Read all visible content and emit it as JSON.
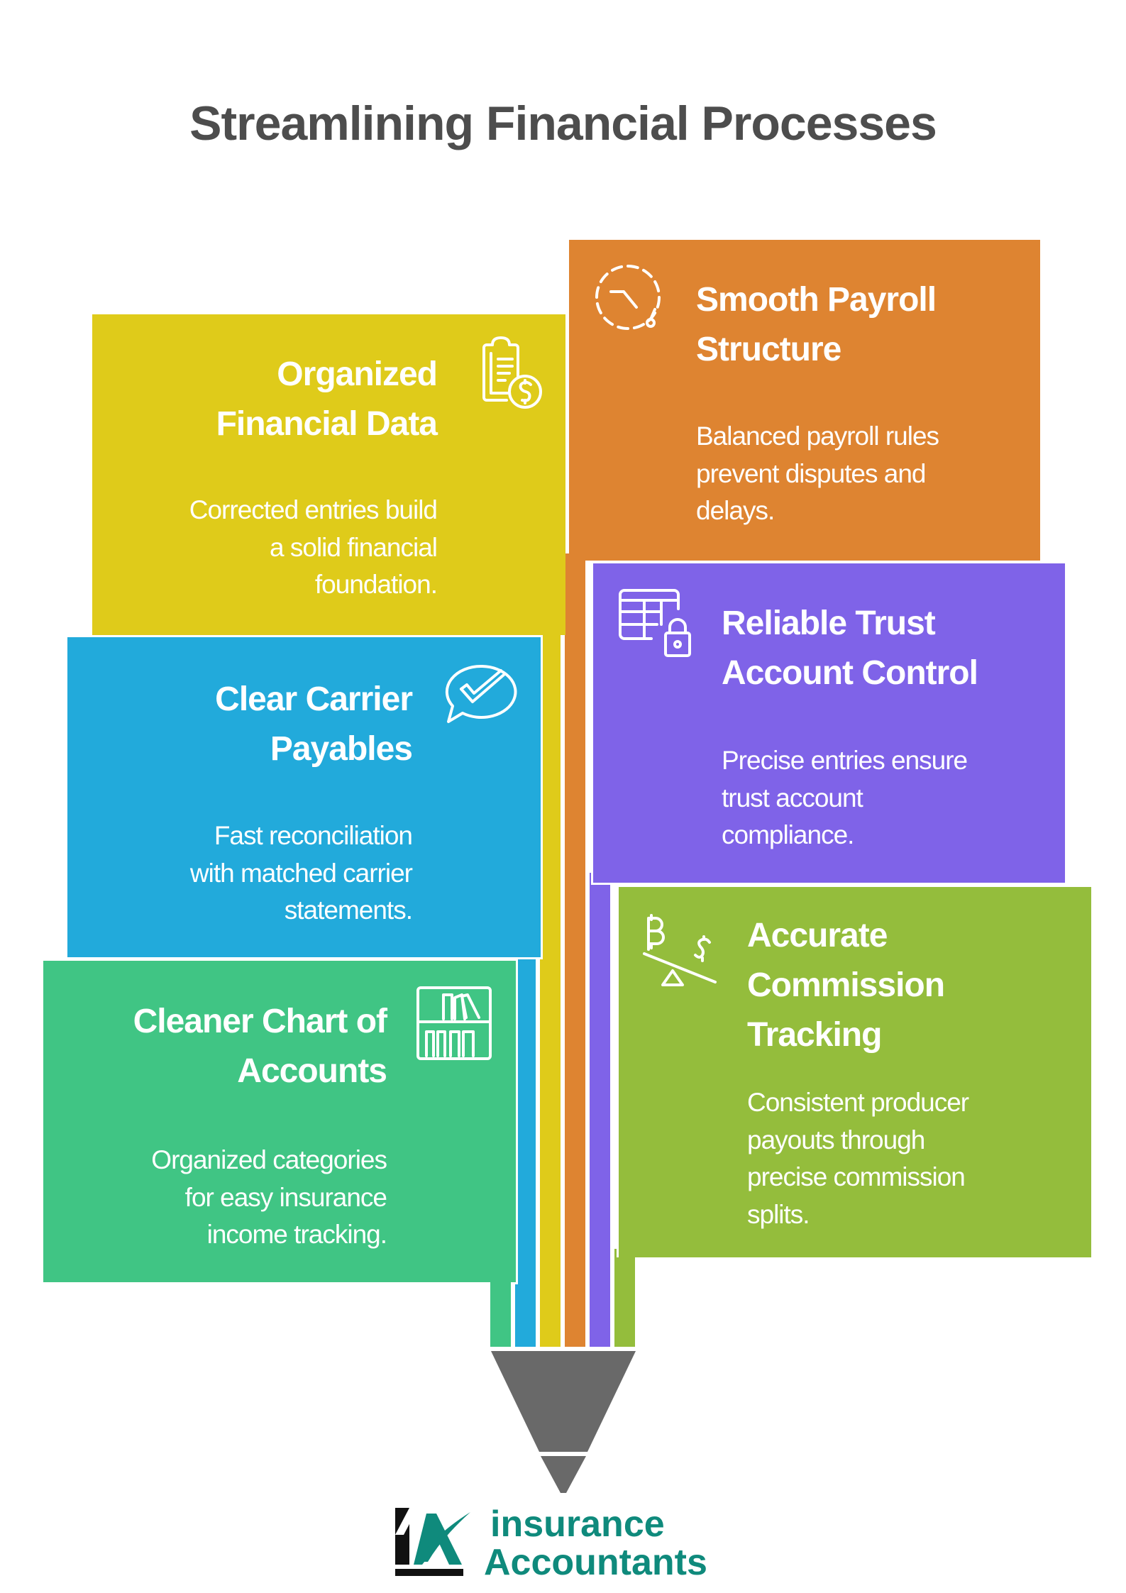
{
  "title": "Streamlining Financial Processes",
  "colors": {
    "yellow": "#dfcb1a",
    "orange": "#de8431",
    "purple": "#7f63e8",
    "blue": "#22aadb",
    "green": "#40c584",
    "lime": "#94bd3c",
    "funnel": "#696969",
    "brand_teal": "#0f8a7c"
  },
  "cards": [
    {
      "id": "organized-financial-data",
      "color": "yellow",
      "heading": [
        "Organized",
        "Financial Data"
      ],
      "body": [
        "Corrected entries build",
        "a solid financial",
        "foundation."
      ],
      "icon": "clipboard-dollar-icon"
    },
    {
      "id": "smooth-payroll-structure",
      "color": "orange",
      "heading": [
        "Smooth Payroll",
        "Structure"
      ],
      "body": [
        "Balanced payroll rules",
        "prevent disputes and",
        "delays."
      ],
      "icon": "dashed-clock-icon"
    },
    {
      "id": "reliable-trust-account-control",
      "color": "purple",
      "heading": [
        "Reliable Trust",
        "Account Control"
      ],
      "body": [
        "Precise entries ensure",
        "trust account",
        "compliance."
      ],
      "icon": "table-lock-icon"
    },
    {
      "id": "clear-carrier-payables",
      "color": "blue",
      "heading": [
        "Clear Carrier",
        "Payables"
      ],
      "body": [
        "Fast reconciliation",
        "with matched carrier",
        "statements."
      ],
      "icon": "chat-check-icon"
    },
    {
      "id": "accurate-commission-tracking",
      "color": "lime",
      "heading": [
        "Accurate",
        "Commission",
        "Tracking"
      ],
      "body": [
        "Consistent producer",
        "payouts through",
        "precise commission",
        "splits."
      ],
      "icon": "crypto-dollar-seesaw-icon"
    },
    {
      "id": "cleaner-chart-of-accounts",
      "color": "green",
      "heading": [
        "Cleaner Chart of",
        "Accounts"
      ],
      "body": [
        "Organized categories",
        "for easy insurance",
        "income tracking."
      ],
      "icon": "bookshelf-icon"
    }
  ],
  "logo": {
    "line1": "insurance",
    "line2": "Accountants",
    "mark": "IA"
  }
}
